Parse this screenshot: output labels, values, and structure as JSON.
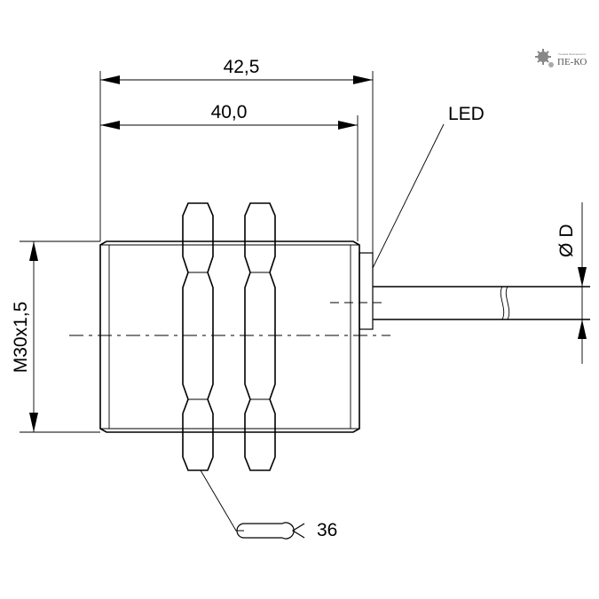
{
  "logo": {
    "text": "ПЕ-КО",
    "tagline": "Техника безопасности",
    "icon": "gear-icon"
  },
  "dimensions": {
    "overall_length": "42,5",
    "thread_length": "40,0",
    "thread": "M30x1,5",
    "cable_diameter_symbol": "Ø",
    "cable_diameter": "D",
    "wrench_size": "36"
  },
  "labels": {
    "led": "LED"
  },
  "icons": {
    "wrench": "open-wrench-icon",
    "arrow": "arrowhead-icon"
  }
}
